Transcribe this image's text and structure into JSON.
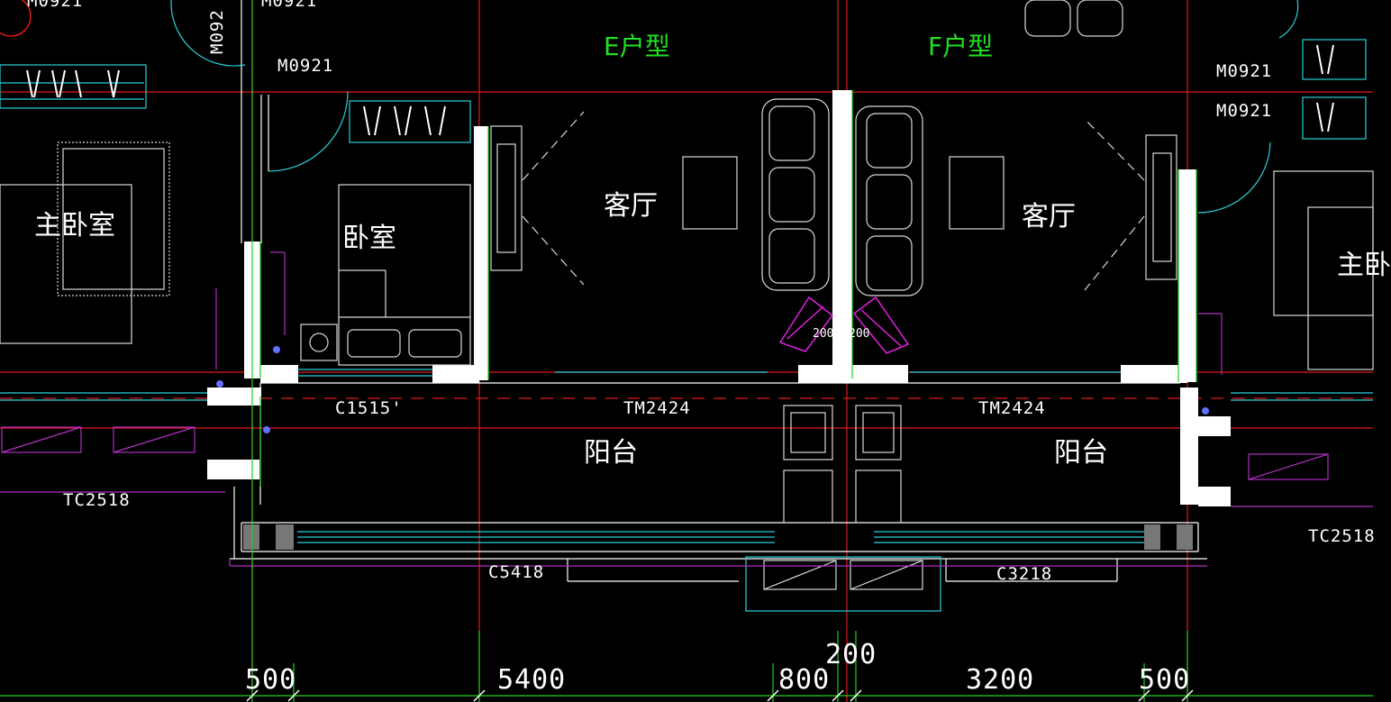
{
  "unit_types": {
    "e": "E户型",
    "f": "F户型"
  },
  "rooms": {
    "master_bedroom_left": "主卧室",
    "bedroom": "卧室",
    "living_e": "客厅",
    "living_f": "客厅",
    "balcony_e": "阳台",
    "balcony_f": "阳台",
    "master_bedroom_right": "主卧"
  },
  "codes": {
    "door_top_left": "M0921",
    "door_top_left_2": "M0921",
    "door_vertical": "M092",
    "door_e": "M0921",
    "door_right_1": "M0921",
    "door_right_2": "M0921",
    "window_c1515": "C1515'",
    "tm_e": "TM2424",
    "tm_f": "TM2424",
    "tc_left": "TC2518",
    "tc_right": "TC2518",
    "c5418": "C5418",
    "c3218": "C3218",
    "small_dim_1": "200",
    "small_dim_2": "200"
  },
  "dimensions": {
    "d1": "500",
    "d2": "5400",
    "d3": "800",
    "d4": "200",
    "d5": "3200",
    "d6": "500"
  },
  "colors": {
    "background": "#000000",
    "axis": "#e01818",
    "wall": "#ffffff",
    "window": "#2ad0d8",
    "dimension": "#1fd01f",
    "purple": "#b030c0",
    "magenta": "#e020e0",
    "blue": "#6070ff"
  }
}
